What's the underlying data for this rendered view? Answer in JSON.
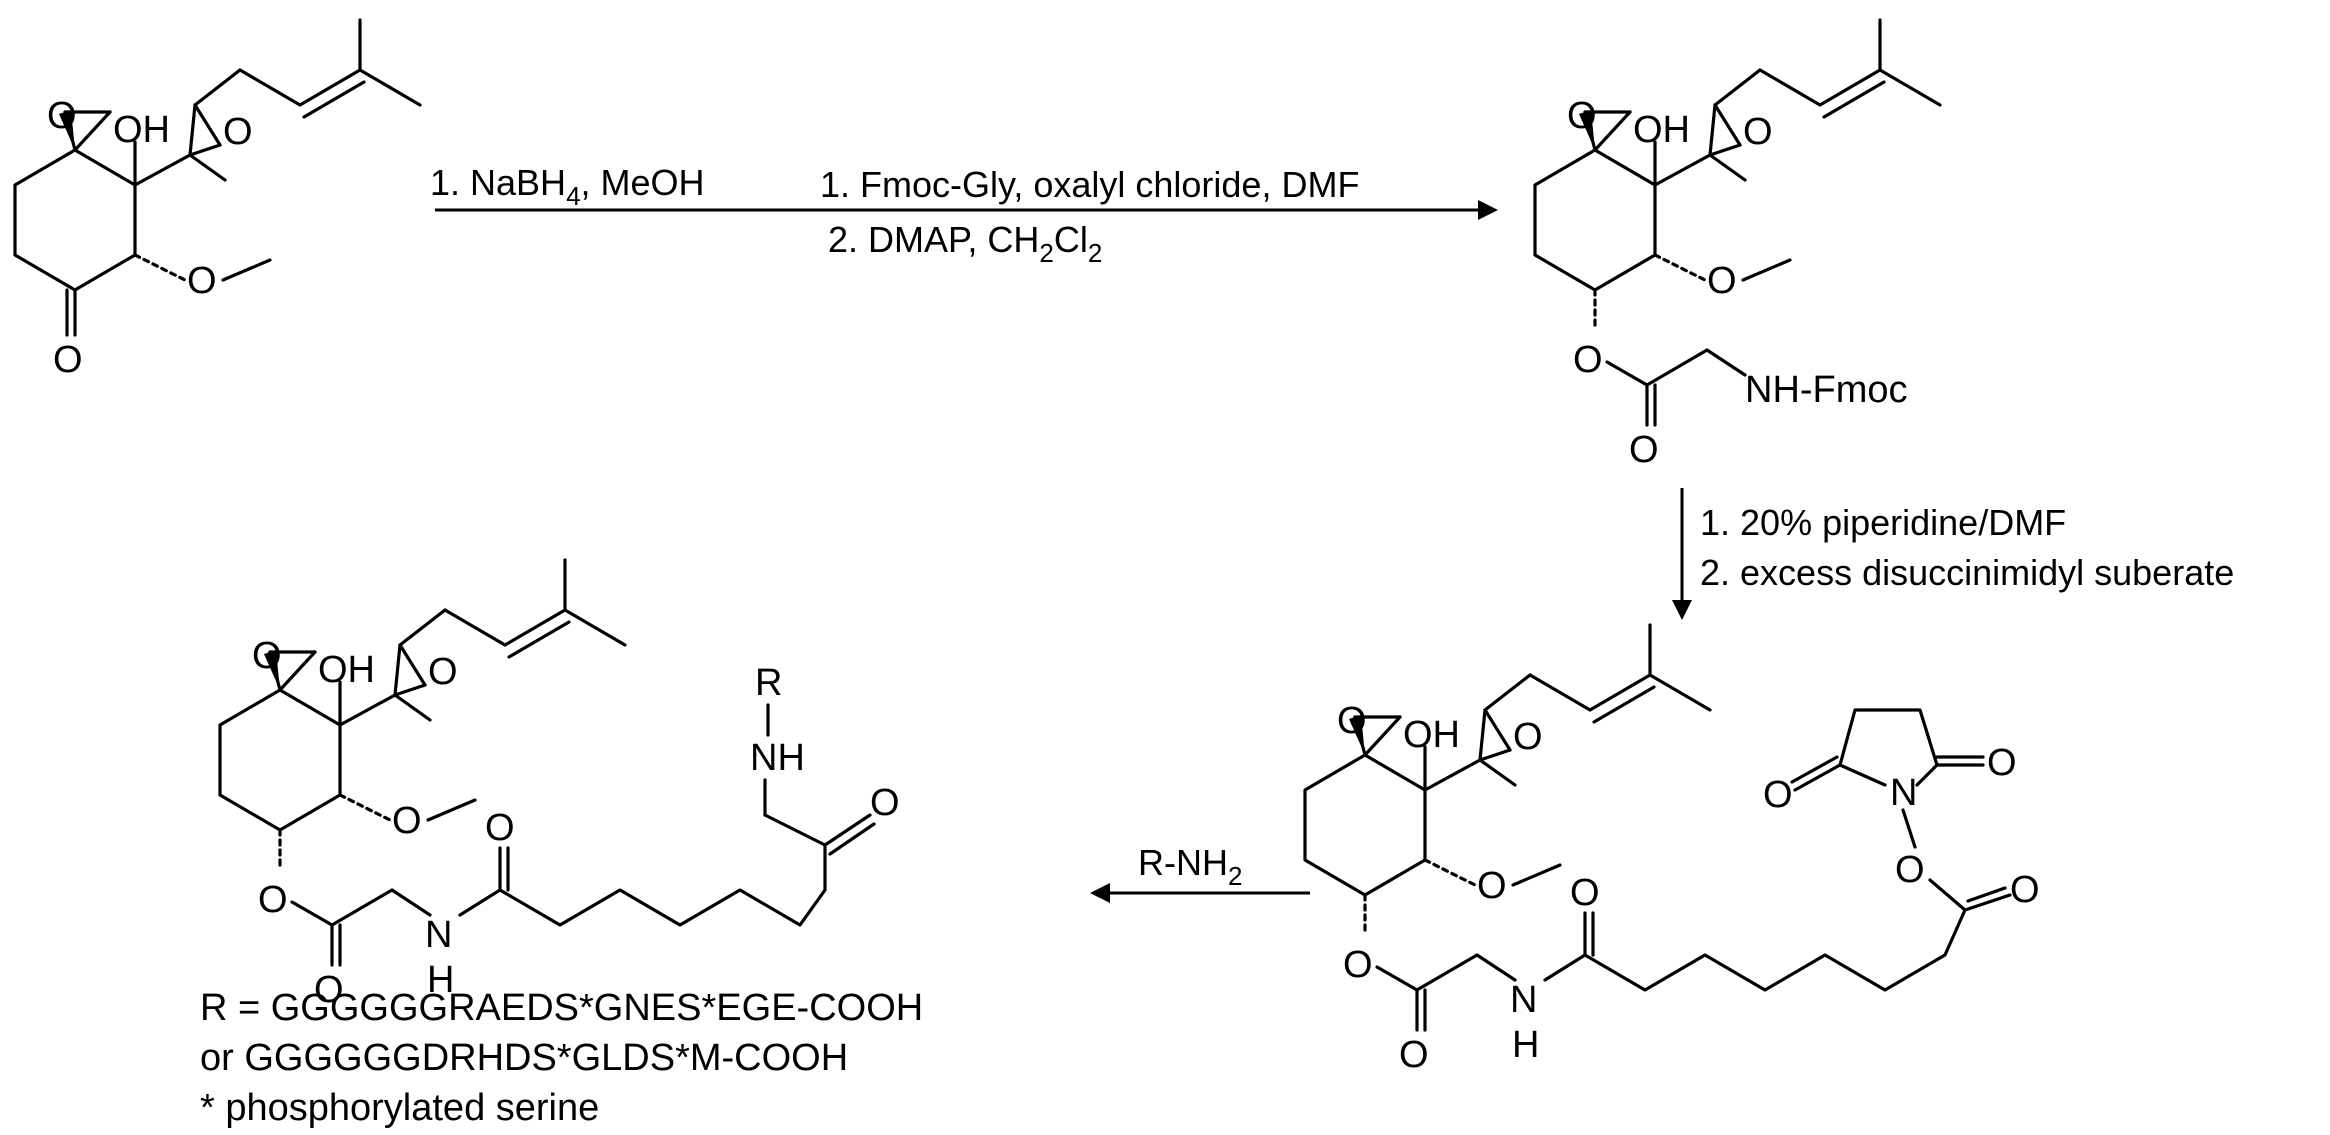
{
  "scheme": {
    "step1": {
      "line1_text": "1. NaBH",
      "line1_sub": "4",
      "line1_tail": ", MeOH"
    },
    "step2": {
      "line1": "1. Fmoc-Gly, oxalyl chloride, DMF",
      "line2_text": "2. DMAP, CH",
      "line2_sub1": "2",
      "line2_mid": "Cl",
      "line2_sub2": "2"
    },
    "step3": {
      "line1": "1. 20% piperidine/DMF",
      "line2": "2. excess disuccinimidyl suberate"
    },
    "step4": {
      "reagent_text": "R-NH",
      "reagent_sub": "2"
    },
    "footnote": {
      "line1": "R = GGGGGGRAEDS*GNES*EGE-COOH",
      "line2": "or GGGGGGDRHDS*GLDS*M-COOH",
      "line3": "* phosphorylated serine"
    },
    "atoms": {
      "O": "O",
      "OH": "OH",
      "NH_Fmoc": "NH-Fmoc",
      "N": "N",
      "H": "H",
      "NH": "NH",
      "R": "R"
    }
  }
}
